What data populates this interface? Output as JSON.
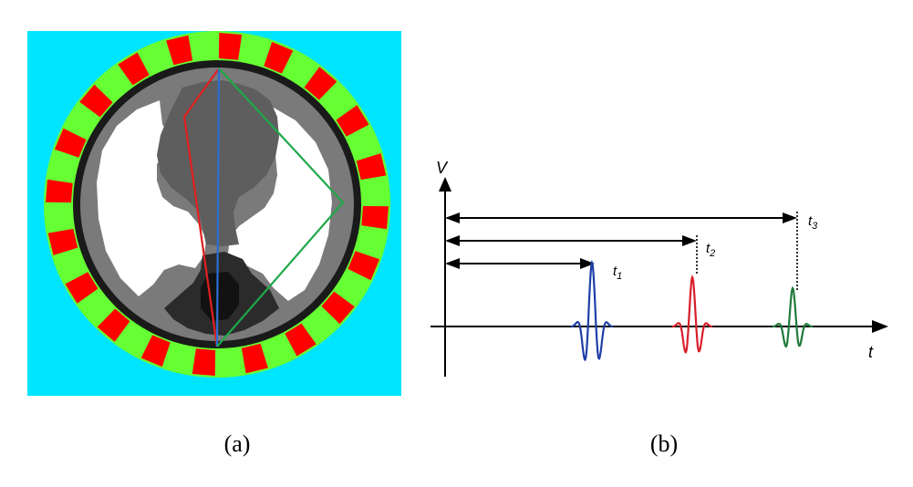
{
  "panel_a": {
    "label": "(a)",
    "colors": {
      "background": "#00e5ff",
      "element_red": "#ff0000",
      "element_green": "#66ff33",
      "ray_red": "#e02020",
      "ray_blue": "#2a6fd6",
      "ray_green": "#1fa84a"
    },
    "element_count": 40
  },
  "panel_b": {
    "label": "(b)",
    "y_axis_label": "V",
    "x_axis_label": "t",
    "t1": {
      "base": "t",
      "sub": "1",
      "color": "#1f3fa8"
    },
    "t2": {
      "base": "t",
      "sub": "2",
      "color": "#d81e2a"
    },
    "t3": {
      "base": "t",
      "sub": "3",
      "color": "#1f7a3a"
    }
  }
}
